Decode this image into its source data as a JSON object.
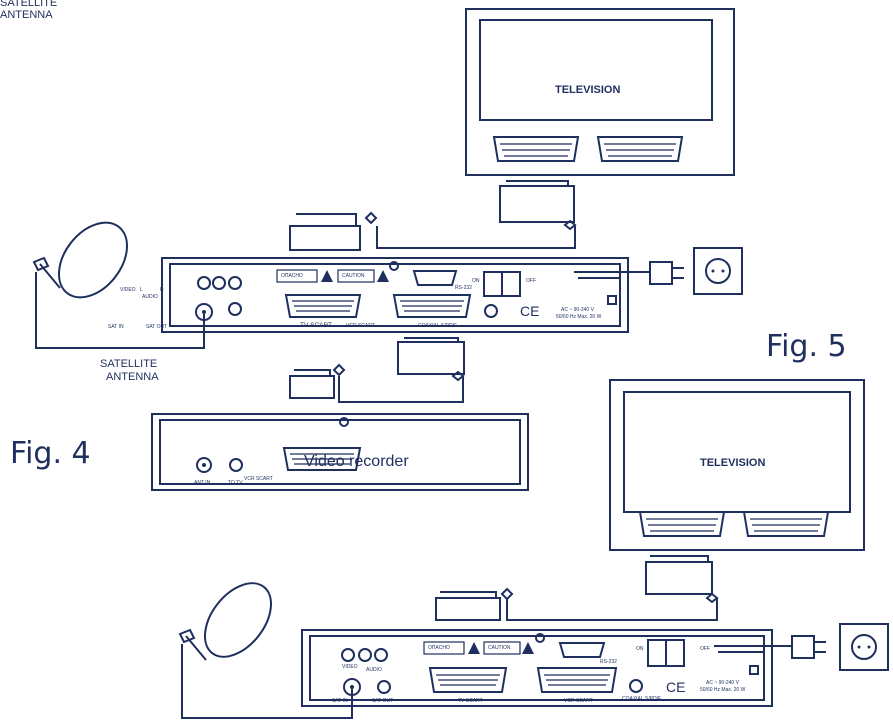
{
  "figures": {
    "fig4_label": "Fig. 4",
    "fig5_label": "Fig. 5"
  },
  "television": {
    "label": "TELEVISION"
  },
  "satellite": {
    "label_line1": "SATELLITE",
    "label_line2": "ANTENNA",
    "top_cut_line1": "SATELLITE",
    "top_cut_line2": "ANTENNA"
  },
  "receiver": {
    "port_video": "VIDEO",
    "port_audio": "AUDIO",
    "port_l": "L",
    "port_r": "R",
    "port_sat_in": "SAT IN",
    "port_sat_out": "SAT OUT",
    "warning_1": "ОПАСНО",
    "warning_2": "CAUTION",
    "scart_tv": "TV SCART",
    "scart_vcr": "VCR SCART",
    "rs232": "RS-232",
    "coaxial": "COAXIAL S/PDIF",
    "switch_on": "ON",
    "switch_off": "OFF",
    "power_rating_1": "AC ~ 90-240 V",
    "power_rating_2": "50/60 Hz Max. 20 W",
    "ce_mark": "CE"
  },
  "vcr": {
    "ant_in": "ANT IN",
    "to_tv": "TO TV",
    "scart": "VCR SCART",
    "name": "Video recorder"
  },
  "colors": {
    "ink": "#1f2f5e",
    "background": "#ffffff"
  }
}
